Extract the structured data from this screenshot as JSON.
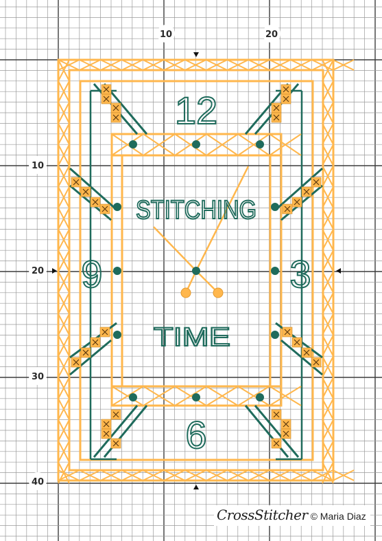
{
  "chart_axes": {
    "top_labels": [
      "10",
      "20"
    ],
    "left_labels": [
      "10",
      "20",
      "30",
      "40"
    ]
  },
  "design": {
    "numerals": {
      "twelve": "12",
      "three": "3",
      "six": "6",
      "nine": "9"
    },
    "text_top": "STITCHING",
    "text_bottom": "TIME"
  },
  "colors": {
    "thread_orange": "#ffb74d",
    "thread_green": "#1f6b5c",
    "grid_line": "#9a9a9a",
    "grid_major": "#3c3c3c"
  },
  "credit": {
    "logo": "CrossStitcher",
    "author": "© Maria Diaz"
  }
}
